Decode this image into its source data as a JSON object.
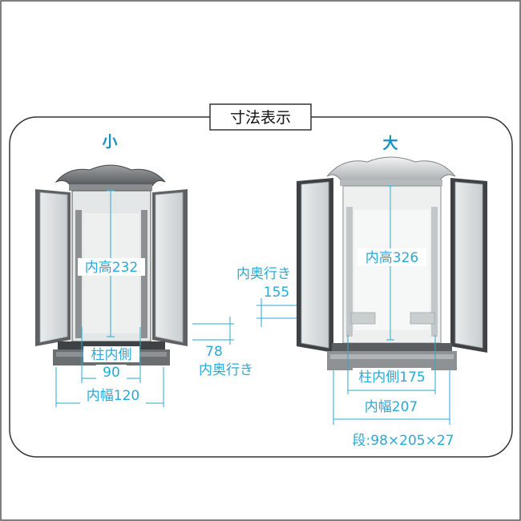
{
  "title": "寸法表示",
  "small": {
    "label": "小",
    "inner_height": "内高232",
    "pillar_inner_label": "柱内側",
    "pillar_inner_value": "90",
    "inner_width": "内幅120"
  },
  "depth_small": {
    "value": "78",
    "label": "内奥行き"
  },
  "depth_large": {
    "label": "内奥行き",
    "value": "155"
  },
  "large": {
    "label": "大",
    "inner_height": "内高326",
    "pillar_inner": "柱内側175",
    "inner_width": "内幅207",
    "step": "段:98×205×27"
  },
  "colors": {
    "dimension": "#29a9d6",
    "frame": "#333333",
    "cabinet_dark": "#6e7072",
    "cabinet_light": "#cfd4d6"
  }
}
